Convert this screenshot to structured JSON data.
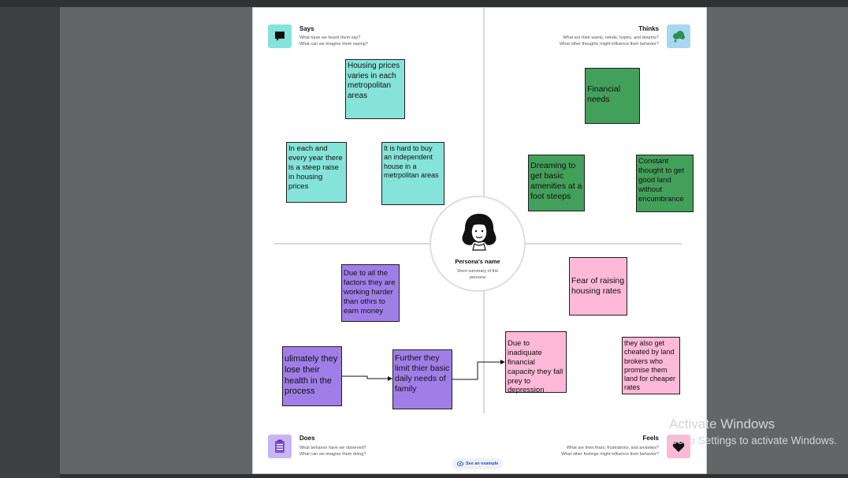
{
  "quadrants": {
    "says": {
      "title": "Says",
      "subtitle1": "What have we heard them say?",
      "subtitle2": "What can we imagine them saying?",
      "icon": "speech-bubble-icon",
      "color": "#86e3d9"
    },
    "thinks": {
      "title": "Thinks",
      "subtitle1": "What are their wants, needs, hopes, and dreams?",
      "subtitle2": "What other thoughts might influence their behavior?",
      "icon": "thought-cloud-icon",
      "color": "#a8d8f0"
    },
    "does": {
      "title": "Does",
      "subtitle1": "What behavior have we observed?",
      "subtitle2": "What can we imagine them doing?",
      "icon": "clipboard-icon",
      "color": "#c7b6f0"
    },
    "feels": {
      "title": "Feels",
      "subtitle1": "What are their fears, frustrations, and anxieties?",
      "subtitle2": "What other feelings might influence their behavior?",
      "icon": "heart-icon",
      "color": "#fdb9d7"
    }
  },
  "persona": {
    "name": "Persona's name",
    "summary": "Short summary of the persona",
    "icon": "persona-avatar-icon"
  },
  "notes": {
    "says1": "Housing prices varies in each metropolitan areas",
    "says2": "In each and every year there is a steep raise in housing prices",
    "says3": "It is hard to buy an  independent house in a metrpolitan  areas",
    "thinks1": "Financial needs",
    "thinks2": "Dreaming to get basic amenities at a foot steeps",
    "thinks3": "Constant thought to get good land without encumbrance",
    "does1": "Due to all the factors they are working harder than othrs to earn money",
    "does2": "ulimately they lose their health in the process",
    "does3": "Further they limit thier basic daily needs of family",
    "feels1": "Fear of raising housing rates",
    "feels2": "Due to inadiquate financial capacity they fall prey to depression",
    "feels3": "they also get cheated by land brokers who promise them land for cheaper rates"
  },
  "see_example": "See an example",
  "watermark": {
    "line1": "Activate Windows",
    "line2": "Go to Settings to activate Windows."
  }
}
